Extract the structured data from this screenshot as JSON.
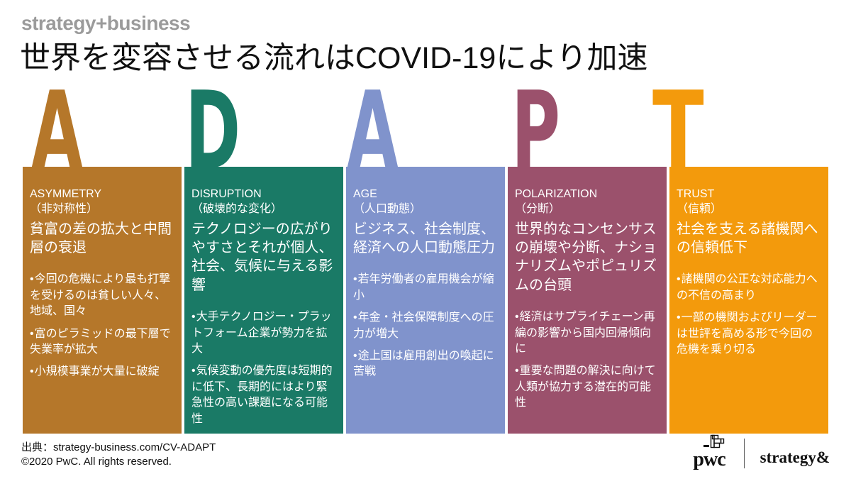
{
  "header": {
    "logo": "strategy+business",
    "title": "世界を変容させる流れはCOVID-19により加速"
  },
  "columns": [
    {
      "letter": "A",
      "color": "#b5772a",
      "heading": "ASYMMETRY",
      "sub": "（非対称性）",
      "description": "貧富の差の拡大と中間層の衰退",
      "bullets": [
        "今回の危機により最も打撃を受けるのは貧しい人々、地域、国々",
        "富のピラミッドの最下層で失業率が拡大",
        "小規模事業が大量に破綻"
      ]
    },
    {
      "letter": "D",
      "color": "#1a7a66",
      "heading": "DISRUPTION",
      "sub": "（破壊的な変化）",
      "description": "テクノロジーの広がりやすさとそれが個人、社会、気候に与える影響",
      "bullets": [
        "大手テクノロジー・プラットフォーム企業が勢力を拡大",
        "気候変動の優先度は短期的に低下、長期的にはより緊急性の高い課題になる可能性"
      ]
    },
    {
      "letter": "A",
      "color": "#8093cc",
      "heading": "AGE",
      "sub": "（人口動態）",
      "description": "ビジネス、社会制度、経済への人口動態圧力",
      "bullets": [
        "若年労働者の雇用機会が縮小",
        "年金・社会保障制度への圧力が増大",
        "途上国は雇用創出の喚起に苦戦"
      ]
    },
    {
      "letter": "P",
      "color": "#9b516c",
      "heading": "POLARIZATION",
      "sub": "（分断）",
      "description": "世界的なコンセンサスの崩壊や分断、ナショナリズムやポピュリズムの台頭",
      "bullets": [
        "経済はサプライチェーン再編の影響から国内回帰傾向に",
        "重要な問題の解決に向けて人類が協力する潜在的可能性"
      ]
    },
    {
      "letter": "T",
      "color": "#f39a0c",
      "heading": "TRUST",
      "sub": "（信頼）",
      "description": "社会を支える諸機関への信頼低下",
      "bullets": [
        "諸機関の公正な対応能力への不信の高まり",
        "一部の機関およびリーダーは世評を高める形で今回の危機を乗り切る"
      ]
    }
  ],
  "footer": {
    "source": "出典：strategy-business.com/CV-ADAPT",
    "copyright": "©2020 PwC. All rights reserved.",
    "pwc_logo": "pwc",
    "strategy_logo": "strategy&"
  }
}
